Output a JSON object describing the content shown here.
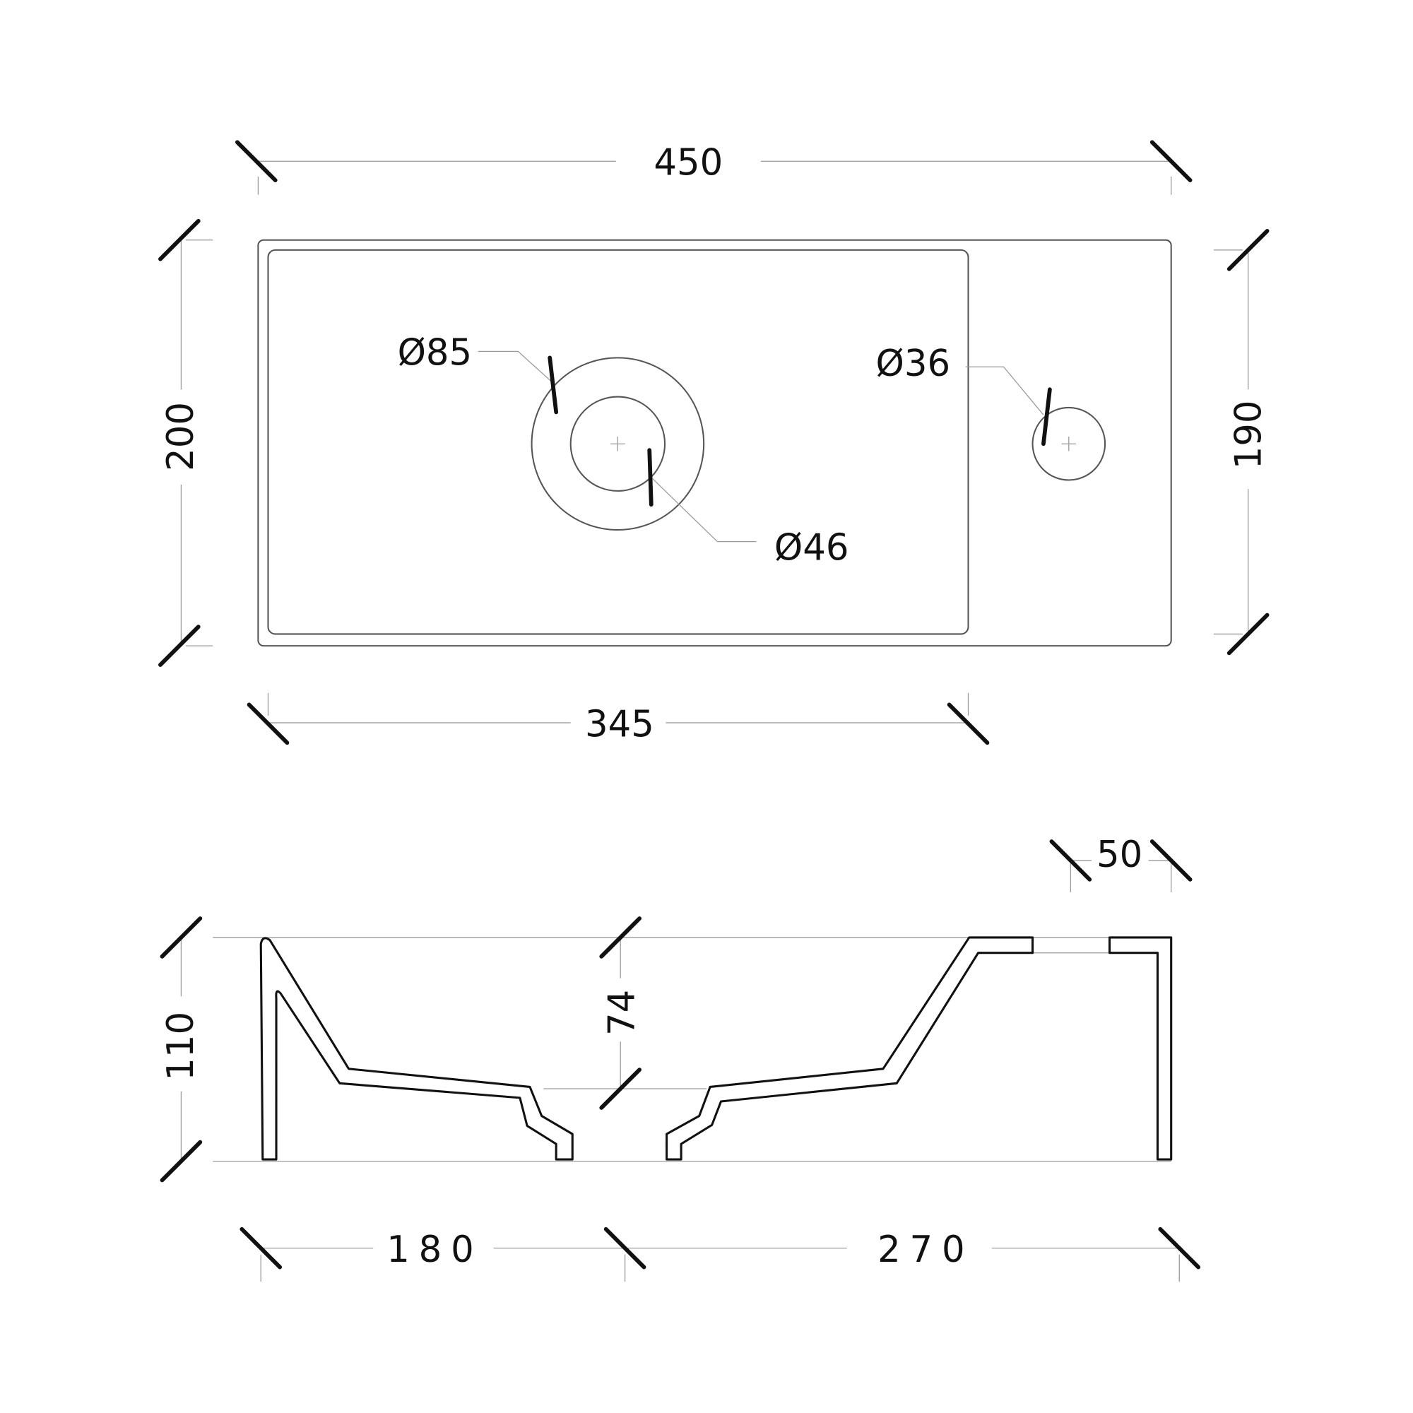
{
  "drawing": {
    "top_view": {
      "overall_length": "450",
      "overall_depth": "200",
      "basin_depth": "190",
      "basin_length": "345",
      "drain_outer_diameter": "Ø85",
      "drain_inner_diameter": "Ø46",
      "tap_hole_diameter": "Ø36"
    },
    "side_view": {
      "height": "110",
      "basin_depth": "74",
      "tap_ledge_width": "50",
      "left_to_drain": "180",
      "drain_to_right": "270"
    }
  }
}
